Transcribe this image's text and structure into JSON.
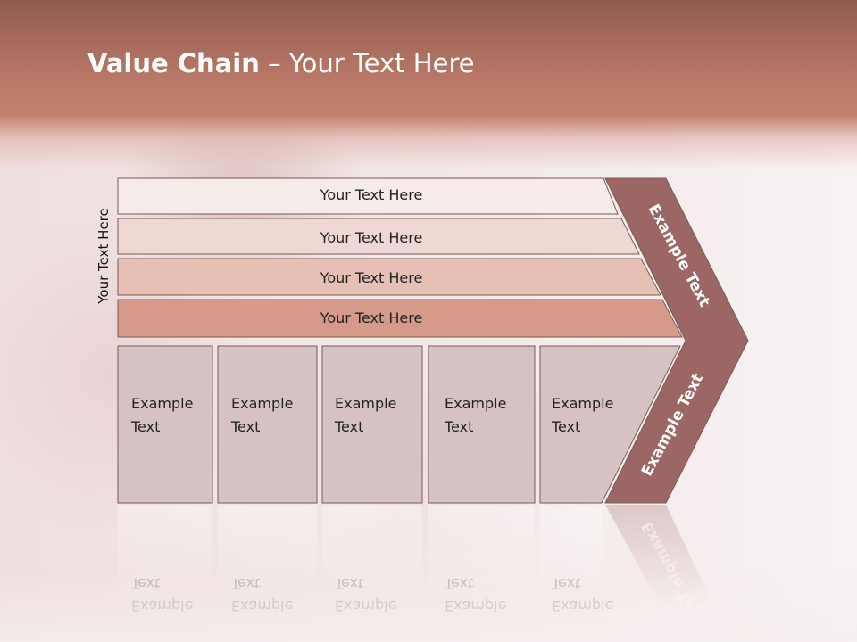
{
  "title": {
    "bold": "Value Chain",
    "rest": " – Your Text Here"
  },
  "side_label": "Your Text Here",
  "bars": [
    {
      "label": "Your Text Here",
      "fill": "#f5ebe9"
    },
    {
      "label": "Your Text Here",
      "fill": "#efd8d3"
    },
    {
      "label": "Your Text Here",
      "fill": "#e6bfb5"
    },
    {
      "label": "Your Text Here",
      "fill": "#d59a89"
    }
  ],
  "columns": [
    {
      "line1": "Example",
      "line2": "Text"
    },
    {
      "line1": "Example",
      "line2": "Text"
    },
    {
      "line1": "Example",
      "line2": "Text"
    },
    {
      "line1": "Example",
      "line2": "Text"
    },
    {
      "line1": "Example",
      "line2": "Text"
    }
  ],
  "chevron": {
    "upper_label": "Example Text",
    "lower_label": "Example Text",
    "fill": "#9b6664"
  },
  "colors": {
    "title_band": "#b47464",
    "column_fill": "#d7c2c3",
    "outline": "#7a5a55"
  }
}
